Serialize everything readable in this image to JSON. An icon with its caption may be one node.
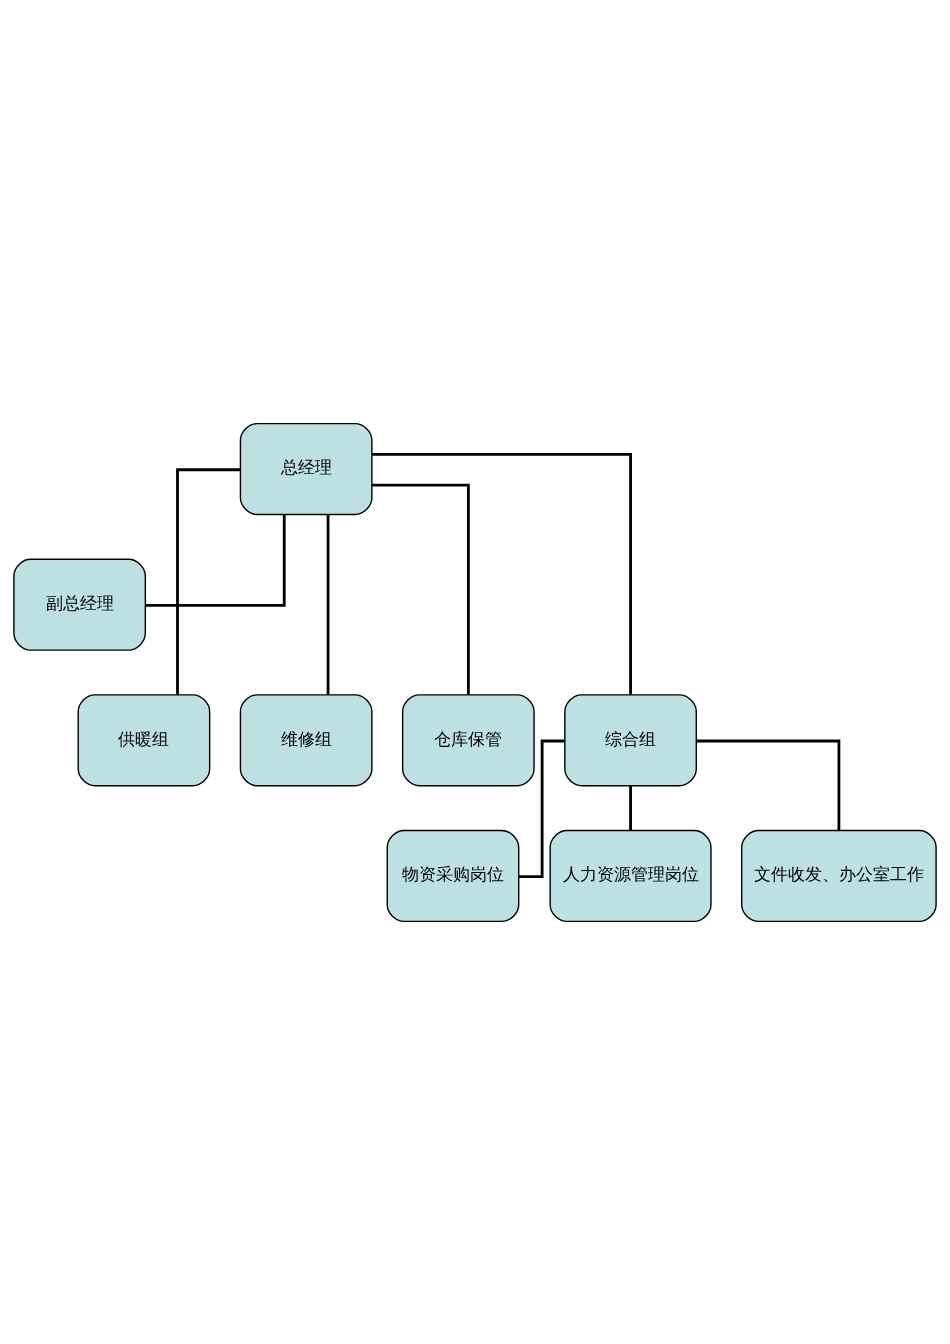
{
  "diagram": {
    "nodes": [
      {
        "text": [
          "总经理"
        ]
      },
      {
        "text": [
          "副总经理"
        ]
      },
      {
        "text": [
          "供暖组"
        ]
      },
      {
        "text": [
          "维修组"
        ]
      },
      {
        "text": [
          "仓库保管"
        ]
      },
      {
        "text": [
          "综合组"
        ]
      },
      {
        "text": [
          "物资采购岗位"
        ]
      },
      {
        "text": [
          "人力资源管理岗位"
        ]
      },
      {
        "text": [
          "文件收发、办公室工作"
        ]
      }
    ],
    "edges": [
      {
        "from": 0,
        "to": 1,
        "arrow": "none"
      },
      {
        "from": 0,
        "to": 2,
        "arrow": "none"
      },
      {
        "from": 0,
        "to": 3,
        "arrow": "none"
      },
      {
        "from": 0,
        "to": 4,
        "arrow": "none"
      },
      {
        "from": 0,
        "to": 5,
        "arrow": "none"
      },
      {
        "from": 5,
        "to": 6,
        "arrow": "none"
      },
      {
        "from": 5,
        "to": 7,
        "arrow": "none"
      },
      {
        "from": 5,
        "to": 8,
        "arrow": "none"
      }
    ]
  }
}
